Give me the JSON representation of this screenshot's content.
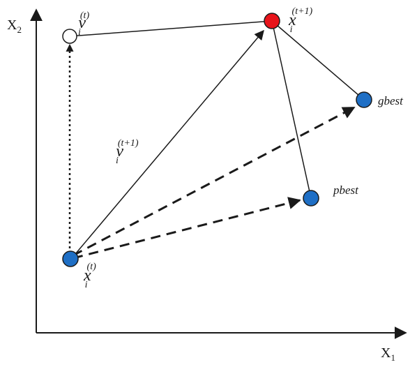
{
  "axes": {
    "x": {
      "main": "X",
      "sub": "1"
    },
    "y": {
      "main": "X",
      "sub": "2"
    }
  },
  "labels": {
    "velocity_t": {
      "main": "v",
      "sub": "i",
      "sup": "(t)"
    },
    "position_t1": {
      "main": "x",
      "sub": "i",
      "sup": "(t+1)"
    },
    "velocity_t1": {
      "main": "v",
      "sub": "i",
      "sup": "(t+1)"
    },
    "position_t": {
      "main": "x",
      "sub": "i",
      "sup": "(t)"
    },
    "gbest": "gbest",
    "pbest": "pbest"
  },
  "colors": {
    "current_position": "#1f6fc5",
    "next_position": "#e8141b",
    "velocity_point": "#ffffff",
    "stroke": "#1a1a1a"
  }
}
